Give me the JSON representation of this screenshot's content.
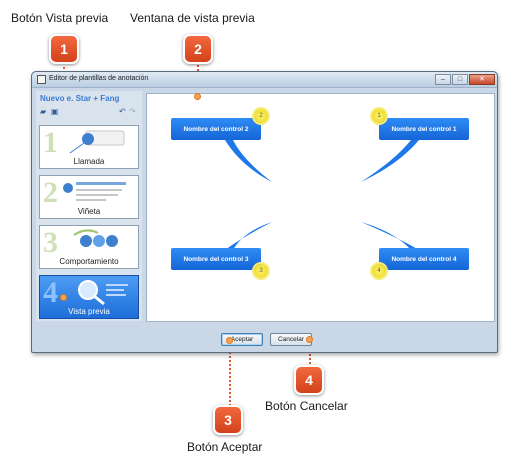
{
  "annotations": [
    {
      "number": "1",
      "label": "Botón Vista previa"
    },
    {
      "number": "2",
      "label": "Ventana de vista previa"
    },
    {
      "number": "3",
      "label": "Botón Aceptar"
    },
    {
      "number": "4",
      "label": "Botón Cancelar"
    }
  ],
  "window": {
    "title": "Editor de plantillas de anotación",
    "controls": {
      "minimize": "–",
      "maximize": "□",
      "close": "✕"
    }
  },
  "sidebar": {
    "template_name": "Nuevo e. Star + Fang",
    "toolbar": [
      "open-folder-icon",
      "save-icon",
      "undo-icon",
      "redo-icon"
    ],
    "tiles": [
      {
        "number": "1",
        "label": "Llamada",
        "active": false
      },
      {
        "number": "2",
        "label": "Viñeta",
        "active": false
      },
      {
        "number": "3",
        "label": "Comportamiento",
        "active": false
      },
      {
        "number": "4",
        "label": "Vista previa",
        "active": true
      }
    ]
  },
  "preview": {
    "callouts": [
      {
        "label": "Nombre del control 2",
        "marker": "2"
      },
      {
        "label": "Nombre del control 1",
        "marker": "1"
      },
      {
        "label": "Nombre del control 3",
        "marker": "3"
      },
      {
        "label": "Nombre del control 4",
        "marker": "4"
      }
    ]
  },
  "buttons": {
    "ok": "Aceptar",
    "cancel": "Cancelar"
  },
  "colors": {
    "badge": "#e0532a",
    "callout": "#1e78e8",
    "accent": "#3b7bd4"
  }
}
